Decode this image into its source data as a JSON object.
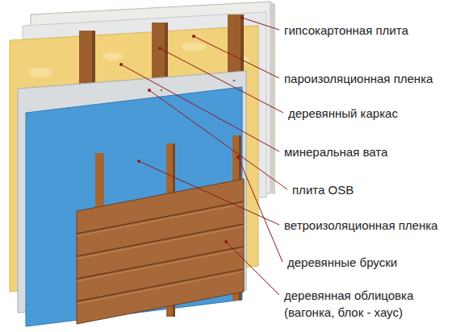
{
  "diagram": {
    "labels": [
      "гипсокартонная плита",
      "пароизоляционная пленка",
      "деревянный каркас",
      "минеральная вата",
      "плита OSB",
      "ветроизоляционная пленка",
      "деревянные бруски",
      "деревянная облицовка (вагонка, блок - хаус)"
    ]
  }
}
